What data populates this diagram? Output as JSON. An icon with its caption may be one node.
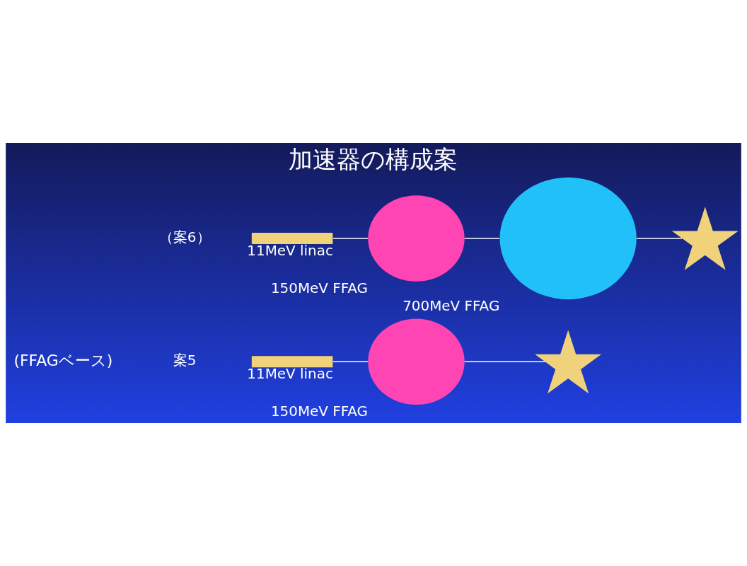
{
  "diagram": {
    "title": "加速器の構成案",
    "nodes": [
      {
        "text": [],
        "shape": "bar",
        "beside": [
          "11MeV linac"
        ]
      },
      {
        "text": [],
        "shape": "circle",
        "beside": [
          "150MeV FFAG"
        ]
      },
      {
        "text": [],
        "shape": "star"
      },
      {
        "text": [],
        "shape": "bar",
        "beside": [
          "11MeV linac"
        ]
      },
      {
        "text": [],
        "shape": "circle",
        "beside": [
          "150MeV FFAG"
        ]
      },
      {
        "text": [],
        "shape": "circle",
        "beside": [
          "700MeV FFAG"
        ]
      },
      {
        "text": [],
        "shape": "star"
      }
    ],
    "edges": [
      {
        "from": 0,
        "to": 1,
        "arrow": "none"
      },
      {
        "from": 1,
        "to": 2,
        "arrow": "none"
      },
      {
        "from": 3,
        "to": 4,
        "arrow": "none"
      },
      {
        "from": 4,
        "to": 5,
        "arrow": "none"
      },
      {
        "from": 5,
        "to": 6,
        "arrow": "none"
      }
    ],
    "labels": [
      "(FFAGベース)",
      "案5",
      "（案6）"
    ]
  }
}
